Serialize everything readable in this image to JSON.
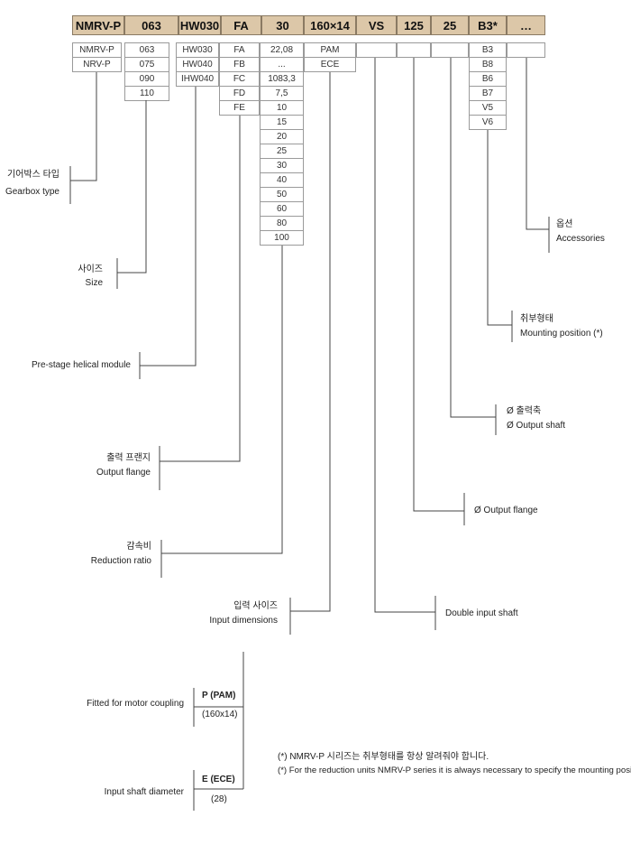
{
  "header": {
    "cells": [
      "NMRV-P",
      "063",
      "HW030",
      "FA",
      "30",
      "160×14",
      "VS",
      "125",
      "25",
      "B3*",
      "…"
    ]
  },
  "columns": {
    "type": [
      "NMRV-P",
      "NRV-P"
    ],
    "size": [
      "063",
      "075",
      "090",
      "110"
    ],
    "prestage": [
      "HW030",
      "HW040",
      "IHW040"
    ],
    "flange": [
      "FA",
      "FB",
      "FC",
      "FD",
      "FE"
    ],
    "ratio": [
      "22,08",
      "...",
      "1083,3",
      "7,5",
      "10",
      "15",
      "20",
      "25",
      "30",
      "40",
      "50",
      "60",
      "80",
      "100"
    ],
    "input": [
      "PAM",
      "ECE"
    ],
    "mounting": [
      "B3",
      "B8",
      "B6",
      "B7",
      "V5",
      "V6"
    ]
  },
  "labels": {
    "gearbox_ko": "기어박스 타입",
    "gearbox_en": "Gearbox type",
    "size_ko": "사이즈",
    "size_en": "Size",
    "prestage_en": "Pre-stage helical module",
    "flange_ko": "출력 프랜지",
    "flange_en": "Output flange",
    "ratio_ko": "감속비",
    "ratio_en": "Reduction ratio",
    "input_ko": "입력 사이즈",
    "input_en": "Input dimensions",
    "accessories_ko": "옵션",
    "accessories_en": "Accessories",
    "mounting_ko": "취부형태",
    "mounting_en": "Mounting position (*)",
    "output_shaft_ko": "Ø 출력축",
    "output_shaft_en": "Ø Output shaft",
    "output_flange_en": "Ø Output flange",
    "double_input_en": "Double input shaft"
  },
  "sub": {
    "motor_label": "Fitted for motor coupling",
    "pam_title": "P (PAM)",
    "pam_value": "(160x14)",
    "shaft_label": "Input shaft diameter",
    "ece_title": "E (ECE)",
    "ece_value": "(28)"
  },
  "notes": {
    "ko": "(*) NMRV-P 시리즈는 취부형태를 항상 알려줘야 합니다.",
    "en": "(*) For the reduction units NMRV-P series it is always necessary to specify the mounting position."
  }
}
